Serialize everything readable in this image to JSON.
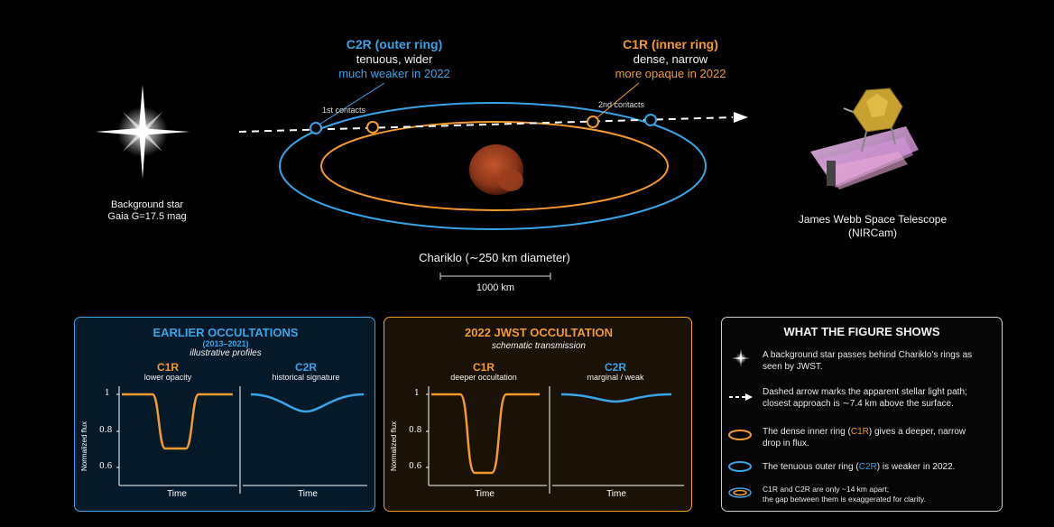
{
  "top": {
    "c2r": {
      "title": "C2R (outer ring)",
      "line1": "tenuous, wider",
      "line2": "much weaker in 2022"
    },
    "c1r": {
      "title": "C1R (inner ring)",
      "line1": "dense, narrow",
      "line2": "more opaque in 2022"
    },
    "contacts_first": "1st contacts",
    "contacts_second": "2nd contacts",
    "star_label_1": "Background star",
    "star_label_2": "Gaia G=17.5 mag",
    "jwst_label_1": "James Webb Space Telescope",
    "jwst_label_2": "(NIRCam)",
    "chariklo_label": "Chariklo (∼250 km diameter)",
    "scale_label": "1000 km"
  },
  "panels": {
    "earlier": {
      "title": "EARLIER OCCULTATIONS",
      "years": "(2013–2021)",
      "subtitle": "illustrative profiles",
      "left_name": "C1R",
      "left_note": "lower opacity",
      "right_name": "C2R",
      "right_note": "historical signature"
    },
    "jwst": {
      "title": "2022 JWST OCCULTATION",
      "subtitle": "schematic transmission",
      "left_name": "C1R",
      "left_note": "deeper occultation",
      "right_name": "C2R",
      "right_note": "marginal / weak"
    },
    "axis": {
      "ylabel": "Normalized flux",
      "xlabel": "Time",
      "ticks": [
        "1",
        "0.8",
        "0.6"
      ]
    }
  },
  "legend": {
    "title": "WHAT THE FIGURE SHOWS",
    "item1_l1": "A background star passes behind Chariklo’s rings as",
    "item1_l2": "seen by JWST.",
    "item2_l1": "Dashed arrow marks the apparent stellar light path;",
    "item2_l2": "closest approach is ∼7.4 km above the surface.",
    "item3_l1a": "The dense inner ring (",
    "item3_l1b": "C1R",
    "item3_l1c": ") gives a deeper, narrow",
    "item3_l2": "drop in flux.",
    "item4_a": "The tenuous outer ring (",
    "item4_b": "C2R",
    "item4_c": ") is weaker in 2022.",
    "item5_l1": "C1R and C2R are only ~14 km apart;",
    "item5_l2": "the gap between them is exaggerated for clarity."
  },
  "colors": {
    "c1r": "#f19a2d",
    "c2r": "#3aa4e6",
    "background": "#000000"
  }
}
